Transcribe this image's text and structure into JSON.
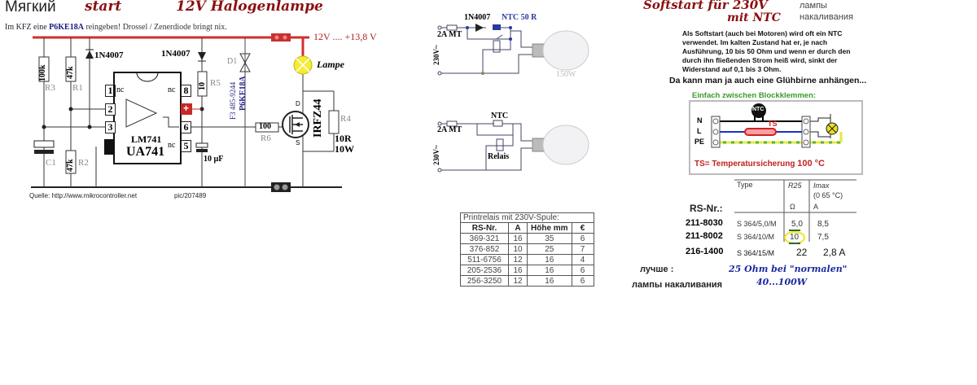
{
  "left_circuit": {
    "title_ru": "Мягкий",
    "title_start": "start",
    "title_main": "12V Halogenlampe",
    "subtitle_prefix": "Im KFZ eine",
    "subtitle_part": "P6KE18A",
    "subtitle_suffix": "reingeben! Drossel / Zenerdiode bringt nix.",
    "supply_label": "12V .... +13,8 V",
    "lamp_label": "Lampe",
    "r3_value": "100k",
    "r3_name": "R3",
    "r1_value": "47k",
    "r1_name": "R1",
    "r2_value": "47k",
    "r2_name": "R2",
    "c1_name": "C1",
    "d_left": "1N4007",
    "d_right": "1N4007",
    "r5_value": "10",
    "r5_name": "R5",
    "d1_name": "D1",
    "d1_part_ref": "F3 485-9244",
    "d1_part": "P6KE18A",
    "pins": [
      "1",
      "2",
      "3",
      "8",
      "6",
      "5"
    ],
    "pin_nc": "nc",
    "plus": "+",
    "ic_name1": "LM741",
    "ic_name2": "UA741",
    "cap_value": "10 µF",
    "r6_value": "100",
    "r6_name": "R6",
    "mosfet": "IRFZ44",
    "mosfet_d": "D",
    "mosfet_s": "S",
    "r4_name": "R4",
    "r4_value1": "10R",
    "r4_value2": "10W",
    "source": "Quelle: http://www.mikrocontroller.net",
    "source_tail": "pic/207489"
  },
  "relay_circuit_1": {
    "diode": "1N4007",
    "ntc": "NTC 50 R",
    "fuse": "2A MT",
    "voltage": "230V~",
    "lamp": "150W"
  },
  "relay_circuit_2": {
    "ntc": "NTC",
    "fuse": "2A MT",
    "voltage": "230V~",
    "relay": "Relais"
  },
  "relay_table": {
    "caption": "Printrelais mit 230V-Spule:",
    "headers": [
      "RS-Nr.",
      "A",
      "Höhe mm",
      "€"
    ],
    "rows": [
      [
        "369-321",
        "16",
        "35",
        "6"
      ],
      [
        "376-852",
        "10",
        "25",
        "7"
      ],
      [
        "511-6756",
        "12",
        "16",
        "4"
      ],
      [
        "205-2536",
        "16",
        "16",
        "6"
      ],
      [
        "256-3250",
        "12",
        "16",
        "6"
      ]
    ]
  },
  "ntc_section": {
    "title1": "Softstart für 230V",
    "title2": "mit NTC",
    "title_ru1": "лампы",
    "title_ru2": "накаливания",
    "description": [
      "Als Softstart (auch bei Motoren) wird oft ein NTC",
      "verwendet. Im kalten Zustand hat er, je nach",
      "Ausführung, 10 bis 50 Ohm und wenn er durch den",
      "durch ihn fließenden Strom heiß wird, sinkt der",
      "Widerstand auf 0,1 bis 3 Ohm."
    ],
    "note": "Da kann man ja auch eine Glühbirne anhängen...",
    "block_title": "Einfach zwischen Blockklemmen:",
    "ntc_label": "NTC",
    "ts_label": "TS",
    "lines": [
      "N",
      "L",
      "PE"
    ],
    "ts_note": "TS= Temperatursicherung",
    "ts_temp": "100 °C",
    "colors": {
      "N": "#000000",
      "L": "#1a2fd0",
      "PE": "#e8e83a",
      "ts": "#d42020",
      "green": "#3a9a2a"
    }
  },
  "ntc_table": {
    "rs_label": "RS-Nr.:",
    "header_type": "Type",
    "header_r": "R25",
    "header_r_unit": "Ω",
    "header_i": "Imax",
    "header_i_range": "(0    65 °C)",
    "header_i_unit": "A",
    "rows": [
      {
        "rs": "211-8030",
        "type": "S 364/5,0/M",
        "r": "5,0",
        "i": "8,5"
      },
      {
        "rs": "211-8002",
        "type": "S 364/10/M",
        "r": "10",
        "i": "7,5"
      },
      {
        "rs": "216-1400",
        "type": "S 364/15/M",
        "r": "22",
        "i": "2,8 A"
      }
    ],
    "better_label": "лучше  :",
    "better_value": "25 Ohm bei \"normalen\"",
    "lamps_label": "лампы накаливания",
    "lamps_value": "40...100W"
  }
}
